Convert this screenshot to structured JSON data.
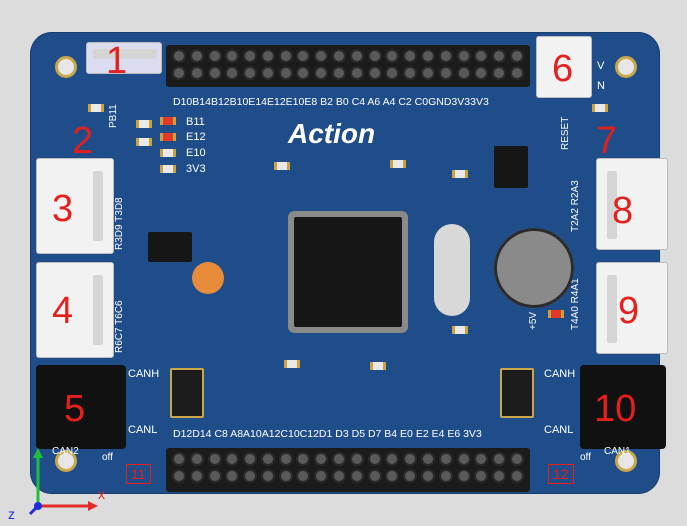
{
  "board": {
    "logo": "Action",
    "top_pins": "D10B14B12B10E14E12E10E8 B2 B0 C4 A6 A4 C2 C0GND3V33V3",
    "bottom_pins": "D12D14 C8 A8A10A12C10C12D1 D3 D5 D7 B4 E0 E2 E4 E6 3V3",
    "leds": [
      "B11",
      "E12",
      "E10",
      "3V3"
    ],
    "vertical_labels": {
      "pb11": "PB11",
      "reset": "RESET",
      "uart3": "R3D9 T3D8",
      "uart6": "R6C7 T6C6",
      "uart2": "T2A2 R2A3",
      "uart4": "T4A0 R4A1",
      "v5": "+5V"
    },
    "can_left": {
      "h": "CANH",
      "l": "CANL",
      "name": "CAN2"
    },
    "can_right": {
      "h": "CANH",
      "l": "CANL",
      "name": "CAN1"
    },
    "markers": [
      "1",
      "2",
      "3",
      "4",
      "5",
      "6",
      "7",
      "8",
      "9",
      "10",
      "11",
      "12"
    ],
    "v_label": "V",
    "n_label": "N",
    "off_left": "off",
    "off_right": "off"
  },
  "axes": {
    "x": "x",
    "z": "z"
  },
  "colors": {
    "pcb": "#1f4d8a",
    "marker": "#e4201c",
    "silk": "#ffffff"
  }
}
